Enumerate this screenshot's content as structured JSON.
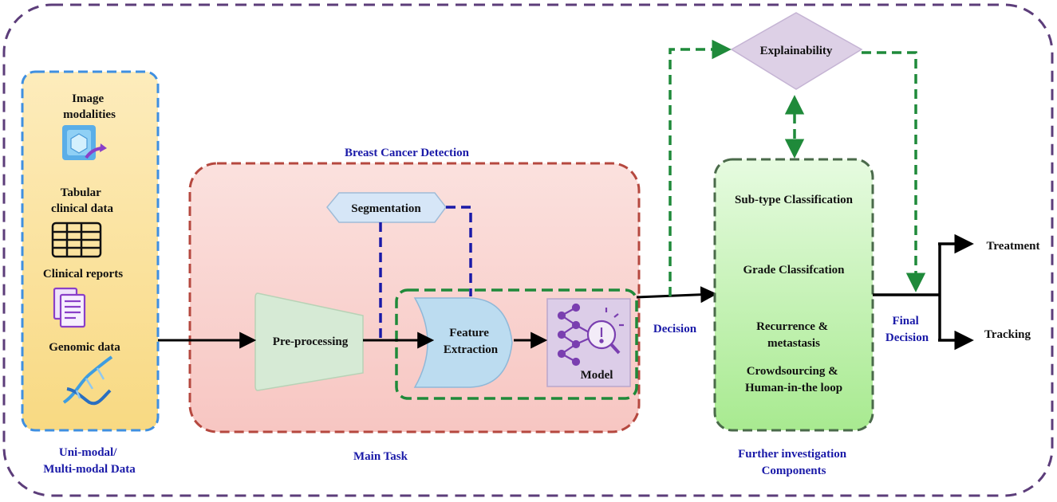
{
  "input_panel": {
    "items": [
      "Image modalities",
      "Tabular clinical data",
      "Clinical reports",
      "Genomic data"
    ],
    "image_label": [
      "Image",
      "modalities"
    ],
    "tabular_label": [
      "Tabular",
      "clinical data"
    ],
    "reports_label": "Clinical reports",
    "genomic_label": "Genomic data",
    "caption": [
      "Uni-modal/",
      "Multi-modal Data"
    ],
    "icons": [
      "image-modalities-icon",
      "table-icon",
      "document-icon",
      "dna-icon"
    ]
  },
  "main_task": {
    "title": "Breast Cancer Detection",
    "caption": "Main Task",
    "segmentation": "Segmentation",
    "preprocessing": "Pre-processing",
    "feature_extraction": [
      "Feature",
      "Extraction"
    ],
    "model": "Model",
    "model_icon": "neural-network-search-icon"
  },
  "decision_label": "Decision",
  "explainability": "Explainability",
  "further": {
    "items": [
      "Sub-type Classification",
      "Grade Classifcation",
      "Recurrence & metastasis",
      "Crowdsourcing & Human-in-the loop"
    ],
    "subtype": "Sub-type Classification",
    "grade": "Grade Classifcation",
    "recurrence": [
      "Recurrence &",
      "metastasis"
    ],
    "crowdsourcing": [
      "Crowdsourcing &",
      "Human-in-the loop"
    ],
    "caption": [
      "Further investigation",
      "Components"
    ]
  },
  "final_decision": [
    "Final",
    "Decision"
  ],
  "outputs": {
    "treatment": "Treatment",
    "tracking": "Tracking"
  },
  "colors": {
    "outer_border": "#5c3d7a",
    "input_fill": "#fbe09a",
    "input_border": "#3f8fe0",
    "main_fill": "#f9d2cf",
    "main_border": "#b5483f",
    "further_fill": "#c2f2b0",
    "further_border": "#4a6a4a",
    "green_dash": "#1f8a3a",
    "blue_dash": "#1a1aa8",
    "explain_fill": "#ddd0e6",
    "seg_fill": "#d6e6f7",
    "pre_fill": "#d6ead5",
    "feature_fill": "#bcdcf0",
    "model_fill": "#dccde8",
    "caption_text": "#1a1aa8"
  }
}
